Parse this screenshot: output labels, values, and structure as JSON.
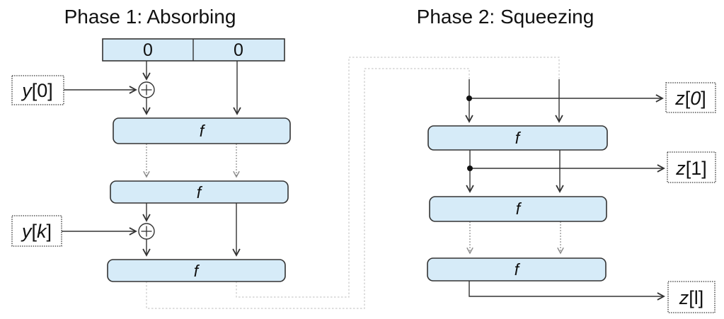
{
  "titles": {
    "phase1": "Phase 1: Absorbing",
    "phase2": "Phase 2: Squeezing"
  },
  "state": {
    "cells": [
      "0",
      "0"
    ]
  },
  "f_label": "f",
  "labels": {
    "y0": {
      "var": "y",
      "lb": "[",
      "idx": "0",
      "rb": "]"
    },
    "yk": {
      "var": "y",
      "lb": "[",
      "idx": "k",
      "rb": "]"
    },
    "z0": {
      "var": "z",
      "lb": "[",
      "idx": "0",
      "rb": "]"
    },
    "z1": {
      "var": "z",
      "lb": "[",
      "idx": "1",
      "rb": "]"
    },
    "zl": {
      "var": "z",
      "lb": "[",
      "idx": "l",
      "rb": "]"
    }
  },
  "colors": {
    "box_fill": "#d6ebf8",
    "box_stroke": "#333333",
    "arrow": "#333333",
    "dotted_arrow": "#8a8a8a",
    "routing_line": "#c9c9c9",
    "label_border": "#333333",
    "background": "#ffffff"
  }
}
